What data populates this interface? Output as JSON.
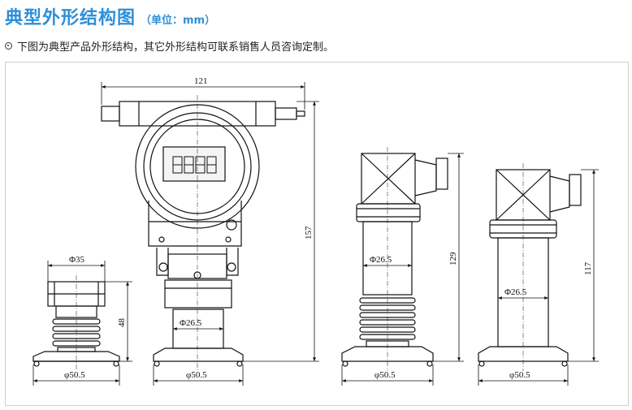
{
  "header": {
    "title": "典型外形结构图",
    "unit": "（单位：mm）"
  },
  "note": {
    "text": "下图为典型产品外形结构，其它外形结构可联系销售人员咨询定制。"
  },
  "dimensions": {
    "d35": "Φ35",
    "d48": "48",
    "d505_a": "φ50.5",
    "w121": "121",
    "h157": "157",
    "d265_a": "Φ26.5",
    "d505_b": "φ50.5",
    "h129": "129",
    "d265_b": "Φ26.5",
    "d505_c": "φ50.5",
    "h117": "117",
    "d265_c": "Φ26.5",
    "d505_d": "φ50.5"
  },
  "display": {
    "digits": "8888"
  }
}
